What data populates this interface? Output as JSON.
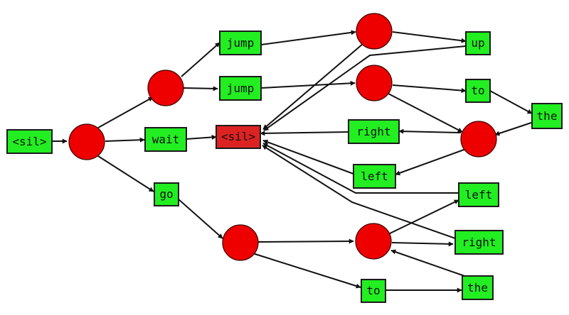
{
  "colors": {
    "word_box": "#22ee22",
    "silence_box_end": "#dd2222",
    "state": "#ee0000",
    "edge": "#111111"
  },
  "boxes": {
    "sil_start": "<sil>",
    "jump_top": "jump",
    "jump_mid": "jump",
    "wait": "wait",
    "sil_end": "<sil>",
    "go": "go",
    "up": "up",
    "to_top": "to",
    "the_right": "the",
    "right_mid": "right",
    "left_mid": "left",
    "left_low": "left",
    "right_low": "right",
    "to_bottom": "to",
    "the_bottom": "the"
  },
  "states": [
    "s1",
    "s2",
    "s3",
    "s4",
    "s5",
    "s6",
    "s7"
  ]
}
